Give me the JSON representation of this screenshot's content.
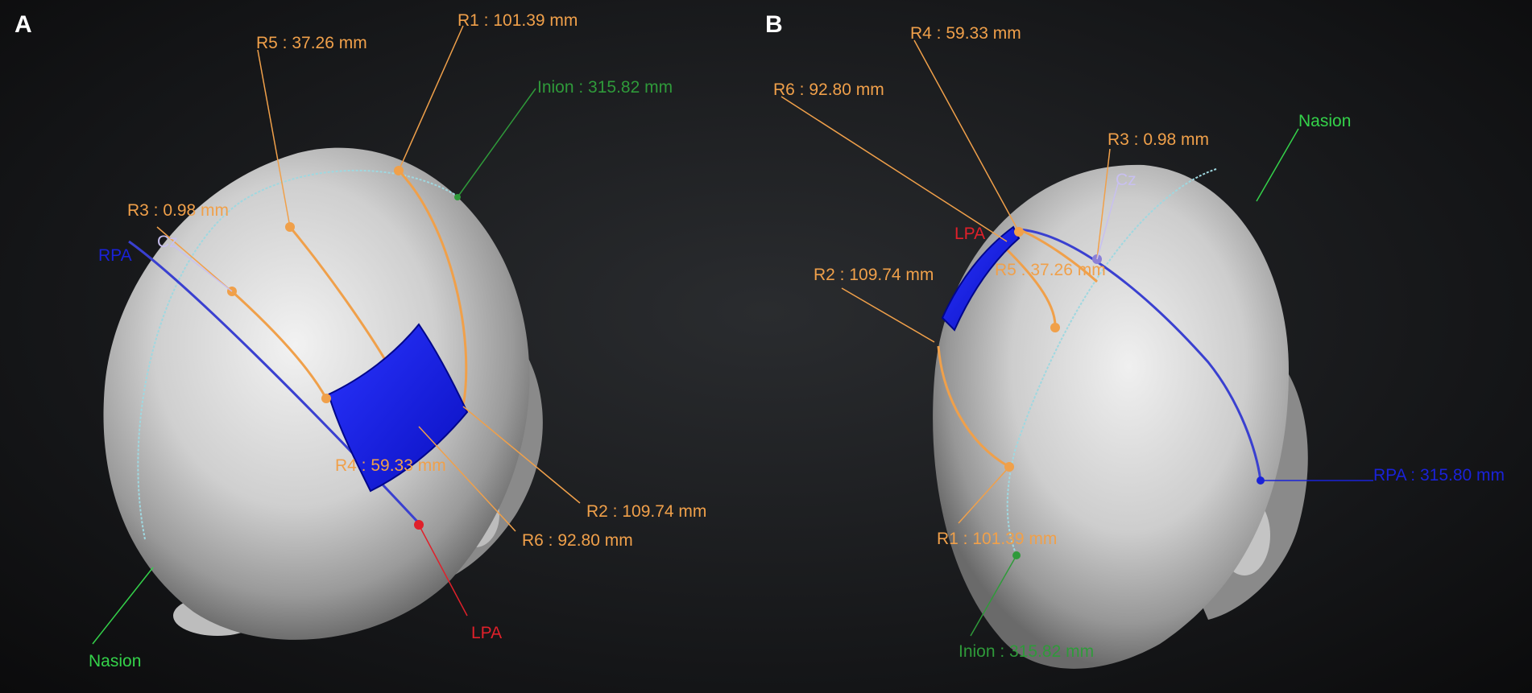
{
  "panels": [
    {
      "letter": "A",
      "labels": {
        "r1": "R1 : 101.39 mm",
        "r2": "R2 : 109.74 mm",
        "r3": "R3 : 0.98 mm",
        "r4": "R4 : 59.33 mm",
        "r5": "R5 : 37.26 mm",
        "r6": "R6 : 92.80 mm",
        "inion": "Inion : 315.82 mm",
        "nasion": "Nasion",
        "rpa": "RPA",
        "lpa": "LPA",
        "cz": "Cz"
      }
    },
    {
      "letter": "B",
      "labels": {
        "r1": "R1 : 101.39 mm",
        "r2": "R2 : 109.74 mm",
        "r3": "R3 : 0.98 mm",
        "r4": "R4 : 59.33 mm",
        "r5": "R5 : 37.26 mm",
        "r6": "R6 : 92.80 mm",
        "inion": "Inion : 315.82 mm",
        "nasion": "Nasion",
        "rpa": "RPA : 315.80 mm",
        "lpa": "LPA",
        "cz": "Cz"
      }
    }
  ],
  "colors": {
    "measure": "#f0a04a",
    "nasion": "#34d24a",
    "inion": "#2f9a3a",
    "rpa": "#1a22d8",
    "lpa": "#e0202a",
    "cz": "#c8c0f0",
    "coil": "#0a12e6"
  }
}
